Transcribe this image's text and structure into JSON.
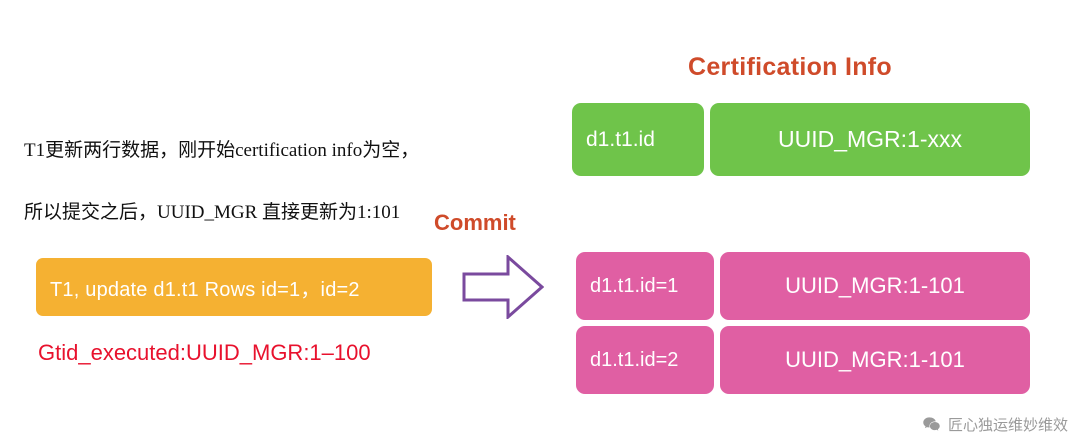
{
  "description": {
    "line1": "T1更新两行数据，刚开始certification info为空，",
    "line2": "所以提交之后，UUID_MGR 直接更新为1:101"
  },
  "transaction": {
    "box_label": "T1, update d1.t1 Rows id=1，id=2",
    "gtid_executed": "Gtid_executed:UUID_MGR:1–100"
  },
  "flow": {
    "commit_label": "Commit",
    "arrow_icon": "right-arrow-icon"
  },
  "certification": {
    "title": "Certification Info",
    "before": {
      "key": "d1.t1.id",
      "value": "UUID_MGR:1-xxx"
    },
    "after": [
      {
        "key": "d1.t1.id=1",
        "value": "UUID_MGR:1-101"
      },
      {
        "key": "d1.t1.id=2",
        "value": "UUID_MGR:1-101"
      }
    ]
  },
  "watermark": {
    "icon": "wechat-icon",
    "text": "匠心独运维妙维效"
  },
  "colors": {
    "green": "#6fc44a",
    "pink": "#e05fa3",
    "orange": "#f5b132",
    "red": "#e8112d",
    "title_red": "#cf4b2a",
    "arrow_purple": "#7a4a9e"
  }
}
